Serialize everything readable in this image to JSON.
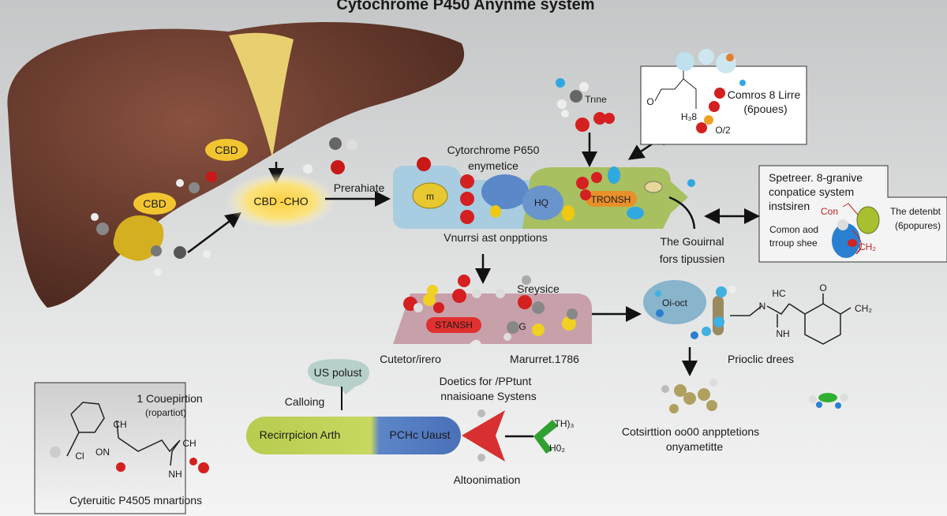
{
  "title": "Cytochrome P450 Anynme system",
  "liver": {
    "cbd_top": "CBD",
    "cbd_left": "CBD",
    "cbd_cho": "CBD -CHO"
  },
  "center": {
    "prerahiate": "Prerahiate",
    "enzyme_title_1": "Cytorchrome P650",
    "enzyme_title_2": "enymetice",
    "trine": "Trıne",
    "hq": "HQ",
    "m": "m",
    "tronsh": "TRONSH",
    "caption": "Vnurrsi ast onpptions"
  },
  "top_box": {
    "line1": "Comros 8 Lirre",
    "line2": "(6poues)",
    "h": "H₃8",
    "o": "O/2",
    "o_atom": "O"
  },
  "right_box": {
    "line1": "Spetreer. 8-granive",
    "line2": "conpatice system",
    "line3": "instsiren",
    "con": "Con",
    "common1": "Comon aod",
    "common2": "trroup shee",
    "ch2": "CH₂",
    "side1": "The detenbt",
    "side2": "(6popures)"
  },
  "gouirnal": {
    "line1": "The Gouirnal",
    "line2": "fors tipussien"
  },
  "middle": {
    "sreysice": "Sreysice",
    "stansh": "STANSH",
    "g": "G",
    "cutetor": "Cutetor/irero",
    "marurret": "Marurret.1786",
    "doetics1": "Doetics for /PPtunt",
    "doetics2": "nnaisioane Systens"
  },
  "right_lower": {
    "oioct": "Oi-oct",
    "hc": "HC",
    "nh": "NH",
    "n": "N",
    "o": "O",
    "ch2": "CH₂",
    "prioclic": "Prioclic drees",
    "cots1": "Cotsirttion oo00 anpptetions",
    "cots2": "onyametitte"
  },
  "bottom_box": {
    "line1": "1 Couepirtion",
    "line2": "(ropartiot)",
    "ch_top": "CH",
    "ch_right": "CH",
    "cl": "Cl",
    "on": "ON",
    "nh": "NH",
    "caption": "Cyteruitic P4505 mnartions"
  },
  "bottom_bar": {
    "bubble": "US polust",
    "calloing": "Calloing",
    "left_label": "Recirrpicion Arth",
    "right_label": "PCHc Uaust",
    "th": "TH)₃",
    "ho": "H0₂",
    "altoonimation": "Altoonimation"
  },
  "colors": {
    "liver": "#6a3a2c",
    "cbd": "#f0c030",
    "oxygen": "#d42020",
    "enzyme_blue": "#5a88c8",
    "chamber_green": "#a8c060",
    "chamber_blue": "#a8cce0",
    "chamber_pink": "#c8a0aa"
  }
}
